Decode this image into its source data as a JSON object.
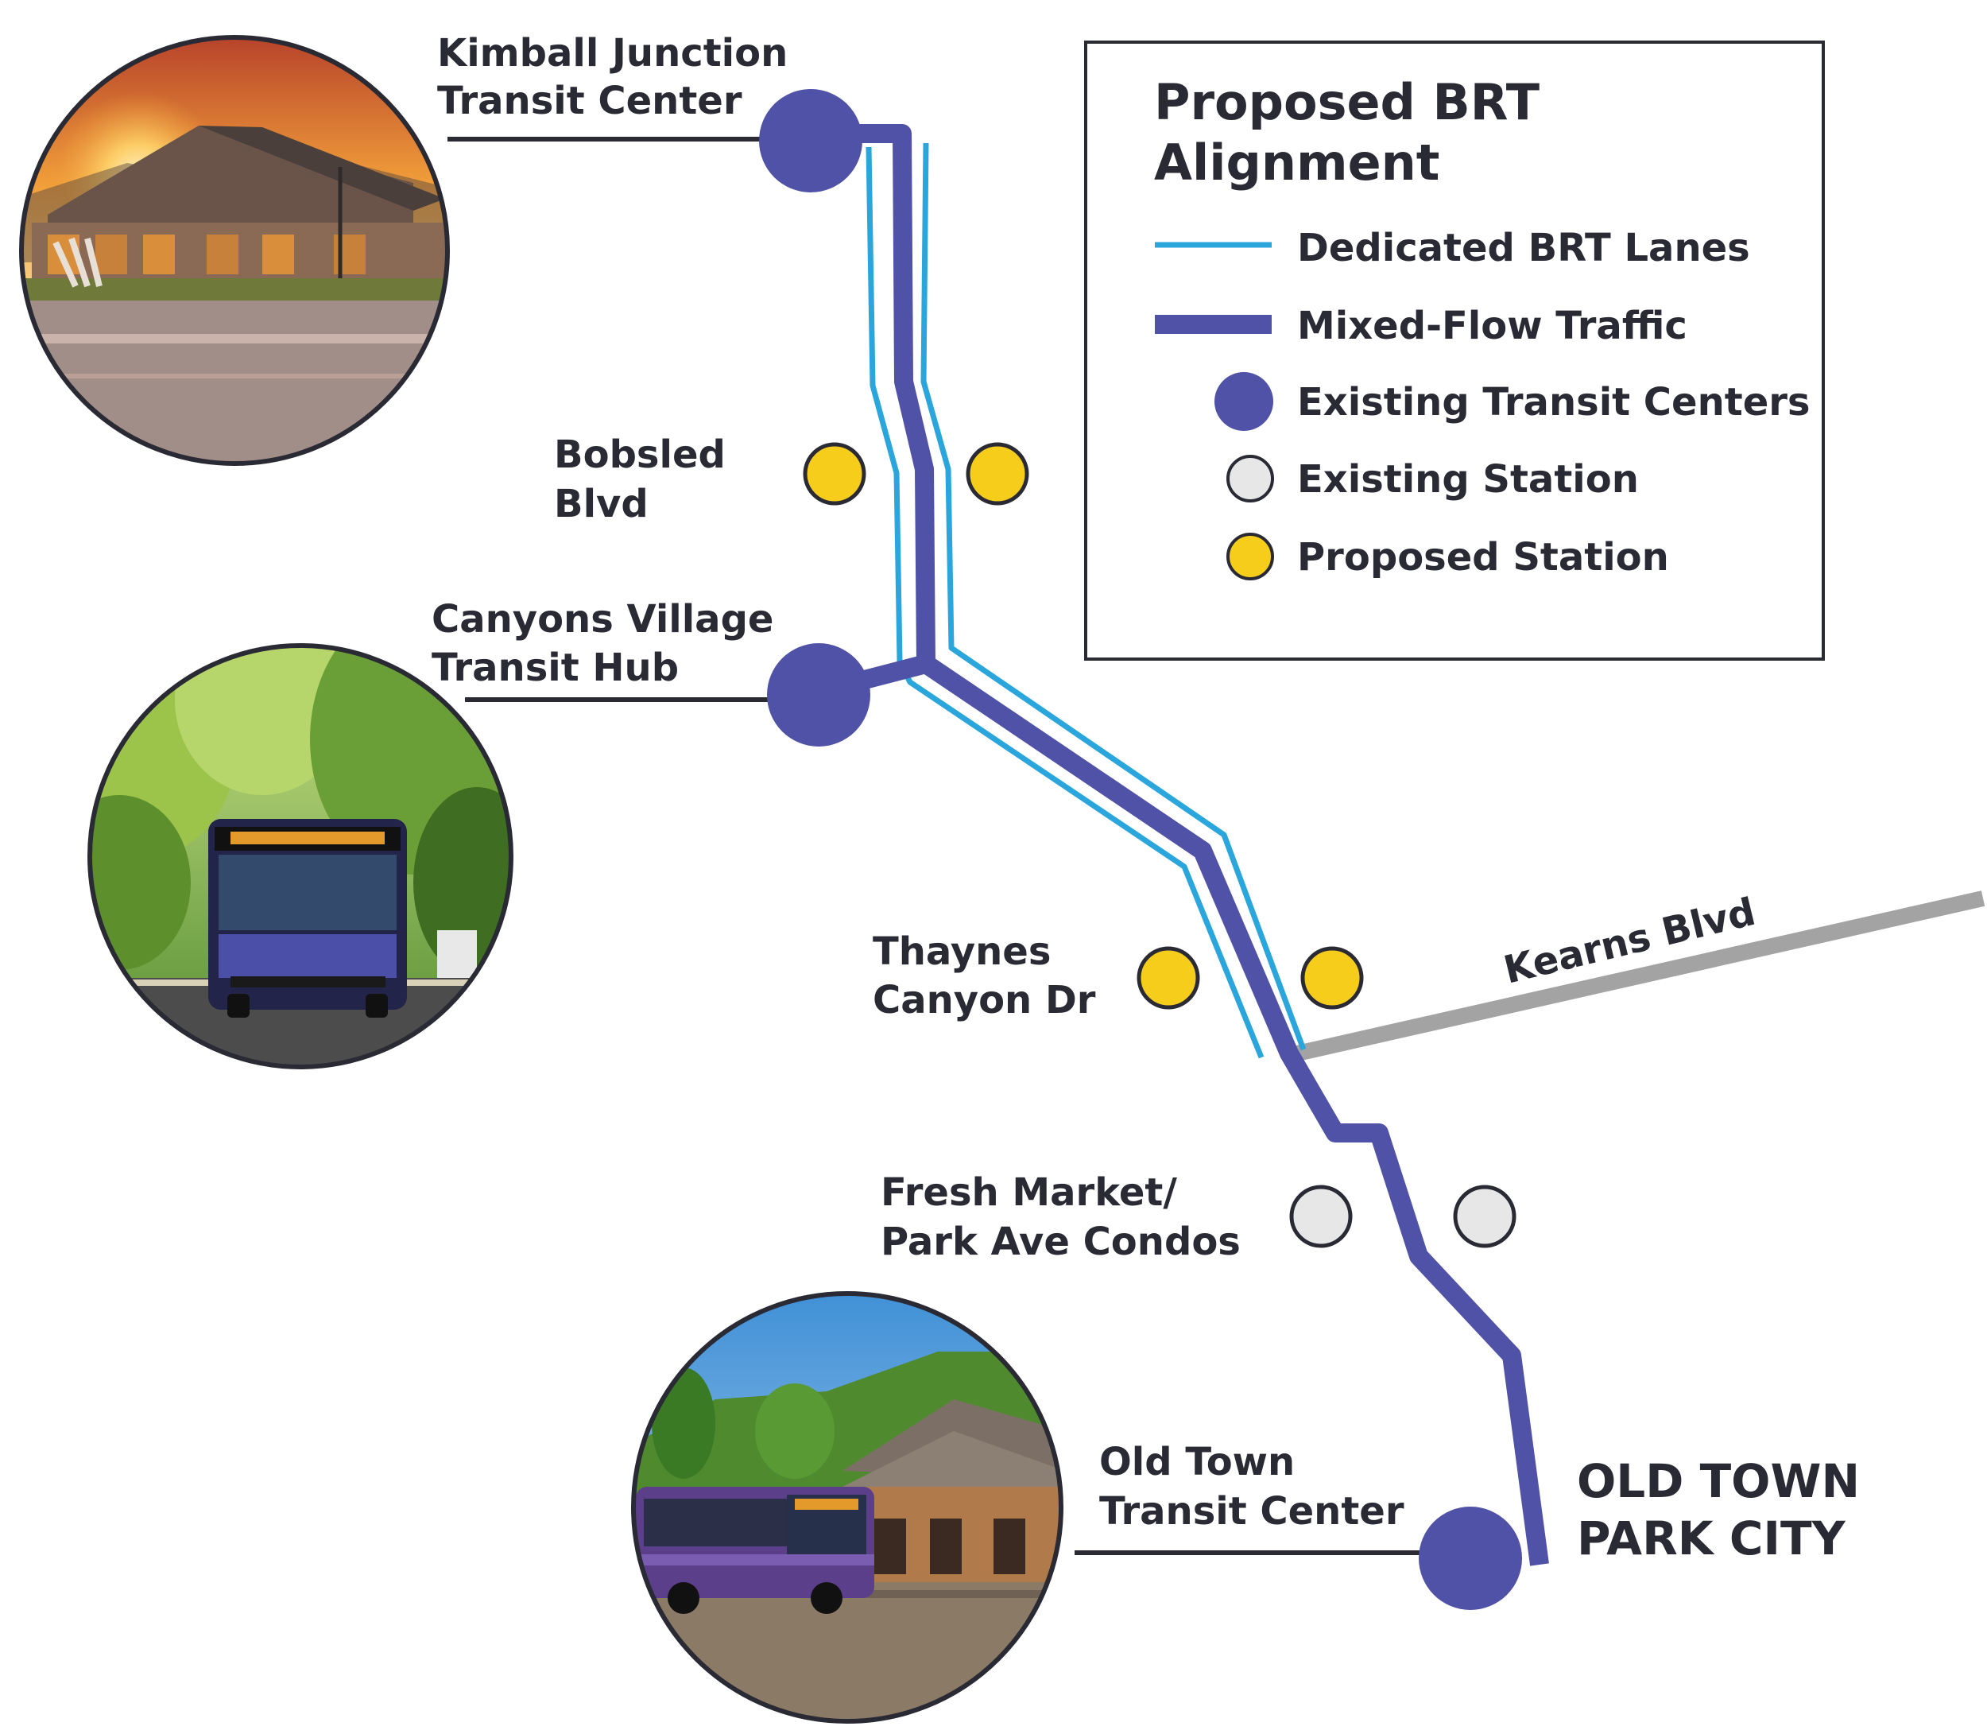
{
  "legend": {
    "title_line1": "Proposed BRT",
    "title_line2": "Alignment",
    "items": [
      {
        "label": "Dedicated BRT Lanes",
        "symbol": "thin-line",
        "color": "#2aa6dc"
      },
      {
        "label": "Mixed-Flow Traffic",
        "symbol": "thick-line",
        "color": "#4f52a6"
      },
      {
        "label": "Existing Transit Centers",
        "symbol": "large-circle",
        "color": "#4f52a6"
      },
      {
        "label": "Existing Station",
        "symbol": "circle",
        "color": "#e7e7e7"
      },
      {
        "label": "Proposed Station",
        "symbol": "circle",
        "color": "#f7cd1c"
      }
    ]
  },
  "transit_centers": [
    {
      "line1": "Kimball Junction",
      "line2": "Transit Center",
      "photo": "transit-center-building-sunset"
    },
    {
      "line1": "Canyons Village",
      "line2": "Transit Hub",
      "photo": "bus-among-trees"
    },
    {
      "line1": "Old Town",
      "line2": "Transit Center",
      "photo": "bus-at-old-town-station"
    }
  ],
  "stations": [
    {
      "line1": "Bobsled",
      "line2": "Blvd",
      "type": "proposed"
    },
    {
      "line1": "Thaynes",
      "line2": "Canyon Dr",
      "type": "proposed"
    },
    {
      "line1": "Fresh Market/",
      "line2": "Park Ave Condos",
      "type": "existing"
    }
  ],
  "roads": [
    {
      "label": "Kearns Blvd",
      "color": "#a3a3a3"
    }
  ],
  "area_label": {
    "line1": "OLD TOWN",
    "line2": "PARK CITY"
  },
  "colors": {
    "route": "#4f52a6",
    "dedicated_lane": "#2aa6dc",
    "proposed_station": "#f7cd1c",
    "existing_station": "#e7e7e7",
    "text": "#2a2a35"
  }
}
